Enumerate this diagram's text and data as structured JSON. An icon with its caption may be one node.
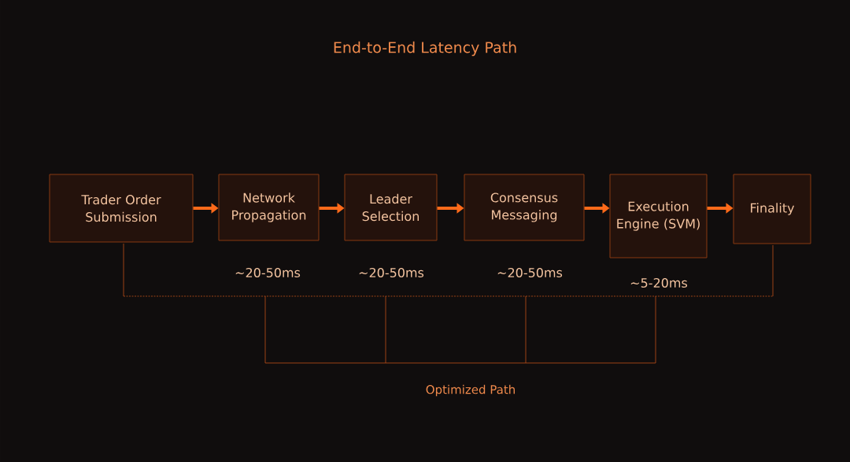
{
  "diagram": {
    "title": "End-to-End Latency Path",
    "nodes": [
      {
        "text": [
          "Trader Order Submission"
        ]
      },
      {
        "text": [
          "Network Propagation"
        ],
        "beside": [
          "~20-50ms"
        ]
      },
      {
        "text": [
          "Leader Selection"
        ],
        "beside": [
          "~20-50ms"
        ]
      },
      {
        "text": [
          "Consensus Messaging"
        ],
        "beside": [
          "~20-50ms"
        ]
      },
      {
        "text": [
          "Execution Engine (SVM)"
        ],
        "beside": [
          "~5-20ms"
        ]
      },
      {
        "text": [
          "Finality"
        ]
      }
    ],
    "edges": [
      {
        "from": 0,
        "to": 1,
        "arrow": "to"
      },
      {
        "from": 1,
        "to": 2,
        "arrow": "to"
      },
      {
        "from": 2,
        "to": 3,
        "arrow": "to"
      },
      {
        "from": 3,
        "to": 4,
        "arrow": "to"
      },
      {
        "from": 4,
        "to": 5,
        "arrow": "to"
      }
    ],
    "labels": [
      "Optimized Path"
    ]
  }
}
